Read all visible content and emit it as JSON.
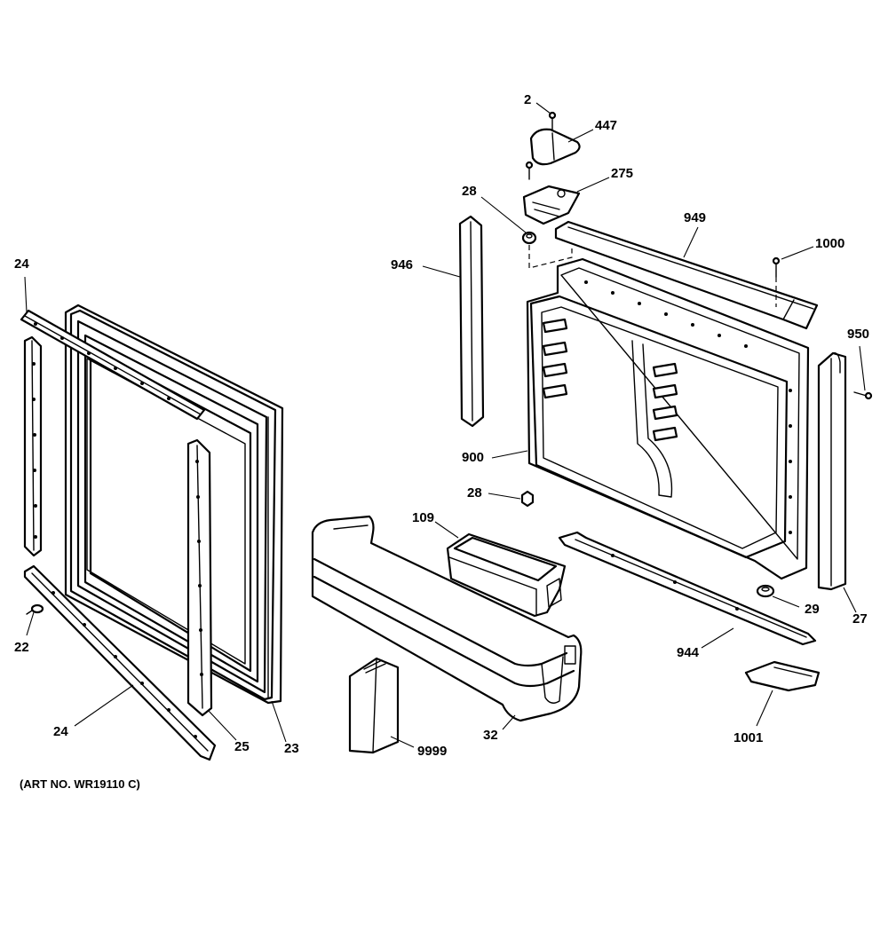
{
  "diagram": {
    "art_number": "(ART NO. WR19110 C)",
    "callouts": {
      "c2": "2",
      "c447": "447",
      "c275": "275",
      "c28_top": "28",
      "c949": "949",
      "c1000": "1000",
      "c946": "946",
      "c950": "950",
      "c24_top": "24",
      "c900": "900",
      "c28_mid": "28",
      "c109": "109",
      "c29": "29",
      "c27": "27",
      "c22": "22",
      "c944": "944",
      "c24_bottom": "24",
      "c25": "25",
      "c23": "23",
      "c32": "32",
      "c9999": "9999",
      "c1001": "1001"
    }
  }
}
